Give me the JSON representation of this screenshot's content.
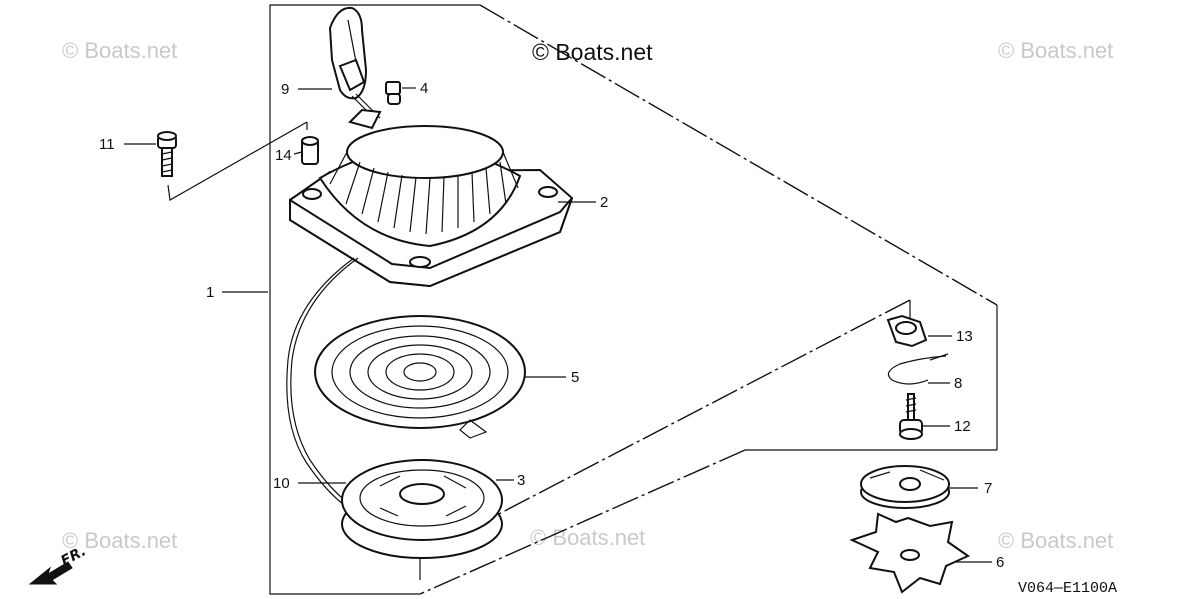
{
  "watermarks": {
    "top_left": "© Boats.net",
    "top_center": "© Boats.net",
    "top_right": "© Boats.net",
    "bottom_left": "© Boats.net",
    "bottom_center": "© Boats.net",
    "bottom_right": "© Boats.net"
  },
  "callouts": {
    "p1": "1",
    "p2": "2",
    "p3": "3",
    "p4": "4",
    "p5": "5",
    "p6": "6",
    "p7": "7",
    "p8": "8",
    "p9": "9",
    "p10": "10",
    "p11": "11",
    "p12": "12",
    "p13": "13",
    "p14": "14"
  },
  "diagram_code": "V064—E1100A",
  "direction_label": "FR."
}
